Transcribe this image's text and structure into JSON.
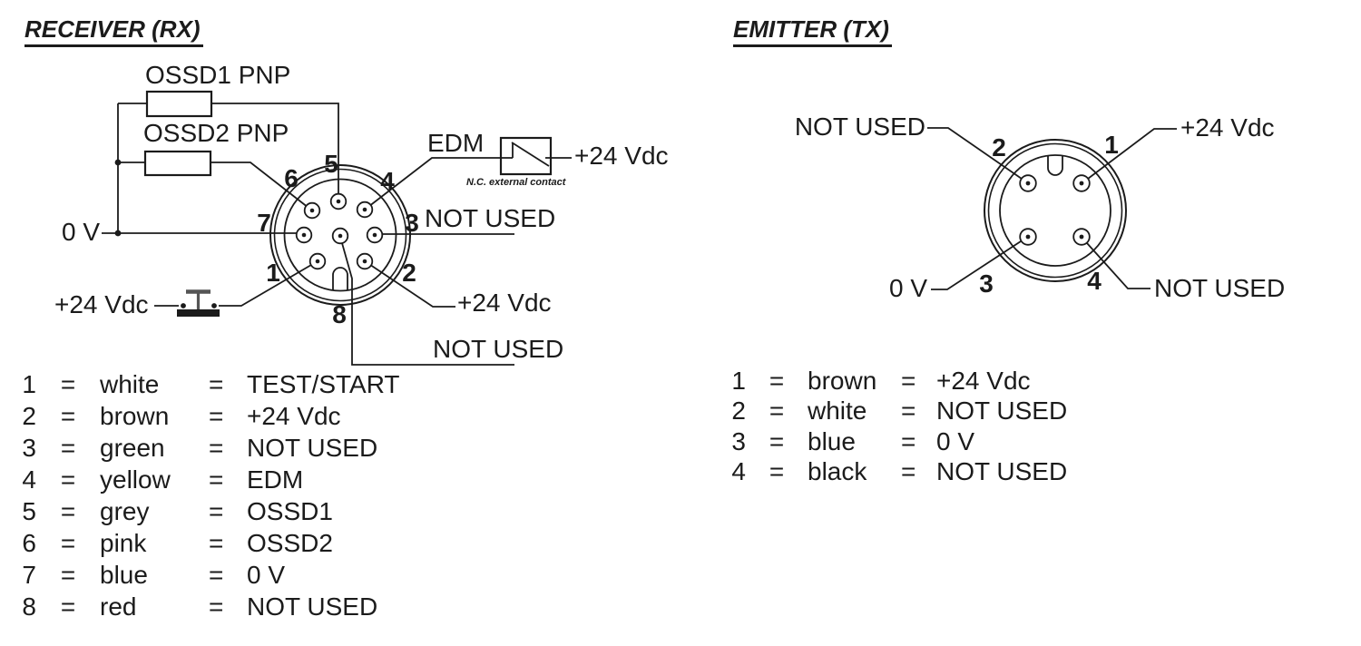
{
  "receiver": {
    "title": "RECEIVER (RX)",
    "components": {
      "ossd1": "OSSD1 PNP",
      "ossd2": "OSSD2 PNP",
      "zero_v": "0 V",
      "test_supply": "+24 Vdc",
      "edm": "EDM",
      "edm_supply": "+24 Vdc",
      "edm_note": "N.C. external contact",
      "pin3_signal": "NOT USED",
      "pin2_signal": "+24 Vdc",
      "pin8_signal": "NOT USED"
    },
    "pin_numbers": [
      "1",
      "2",
      "3",
      "4",
      "5",
      "6",
      "7",
      "8"
    ],
    "legend": [
      {
        "pin": "1",
        "color": "white",
        "signal": "TEST/START"
      },
      {
        "pin": "2",
        "color": "brown",
        "signal": "+24 Vdc"
      },
      {
        "pin": "3",
        "color": "green",
        "signal": "NOT USED"
      },
      {
        "pin": "4",
        "color": "yellow",
        "signal": "EDM"
      },
      {
        "pin": "5",
        "color": "grey",
        "signal": "OSSD1"
      },
      {
        "pin": "6",
        "color": "pink",
        "signal": "OSSD2"
      },
      {
        "pin": "7",
        "color": "blue",
        "signal": "0 V"
      },
      {
        "pin": "8",
        "color": "red",
        "signal": "NOT USED"
      }
    ]
  },
  "emitter": {
    "title": "EMITTER (TX)",
    "components": {
      "pin2_signal": "NOT USED",
      "pin1_signal": "+24 Vdc",
      "pin3_signal": "0 V",
      "pin4_signal": "NOT USED"
    },
    "pin_numbers": [
      "1",
      "2",
      "3",
      "4"
    ],
    "legend": [
      {
        "pin": "1",
        "color": "brown",
        "signal": "+24 Vdc"
      },
      {
        "pin": "2",
        "color": "white",
        "signal": "NOT USED"
      },
      {
        "pin": "3",
        "color": "blue",
        "signal": "0 V"
      },
      {
        "pin": "4",
        "color": "black",
        "signal": "NOT USED"
      }
    ]
  },
  "symbols": {
    "equals": "="
  },
  "colors": {
    "ink": "#1b1b1b",
    "actuator_grey": "#555555",
    "background": "#ffffff"
  }
}
